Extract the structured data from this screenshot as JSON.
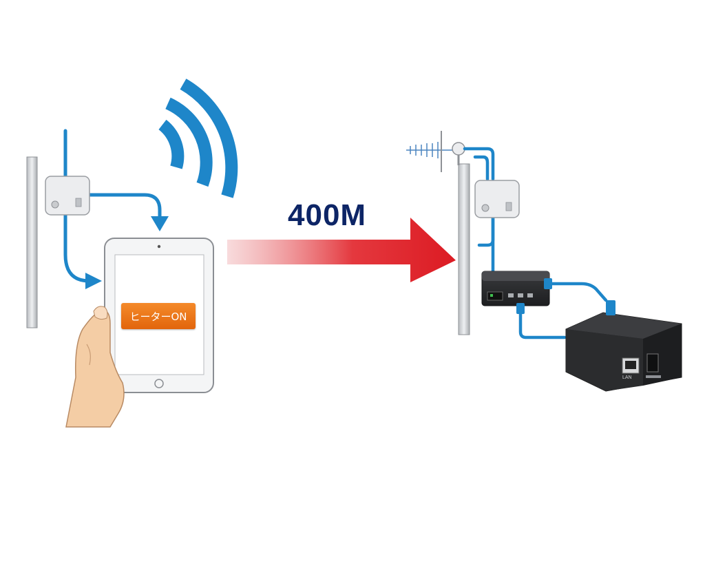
{
  "diagram": {
    "speed_label": "400M",
    "heater_button_label": "ヒーターON",
    "port_left_label": "LAN",
    "port_right_label": "",
    "colors": {
      "cable_blue": "#1e86c9",
      "arrow_red": "#dc1b23",
      "speed_text": "#0d2566",
      "heater_orange": "#e8701a",
      "device_black": "#2b2c2e"
    },
    "icons": [
      "wifi-icon",
      "hand-icon",
      "tablet-icon",
      "antenna-icon",
      "router-icon",
      "media-converter-icon"
    ]
  }
}
